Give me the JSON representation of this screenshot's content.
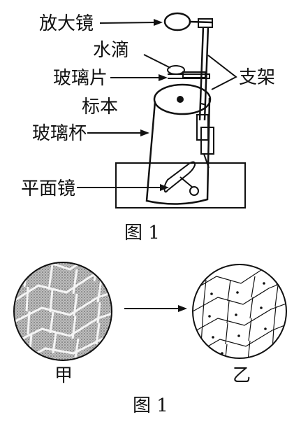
{
  "figure_top": {
    "labels": {
      "magnifier": "放大镜",
      "water_drop": "水滴",
      "glass_slide": "玻璃片",
      "specimen": "标本",
      "glass_cup": "玻璃杯",
      "mirror": "平面镜",
      "stand": "支架"
    },
    "caption": "图 1"
  },
  "figure_bottom": {
    "left_label": "甲",
    "right_label": "乙",
    "caption": "图 1"
  }
}
